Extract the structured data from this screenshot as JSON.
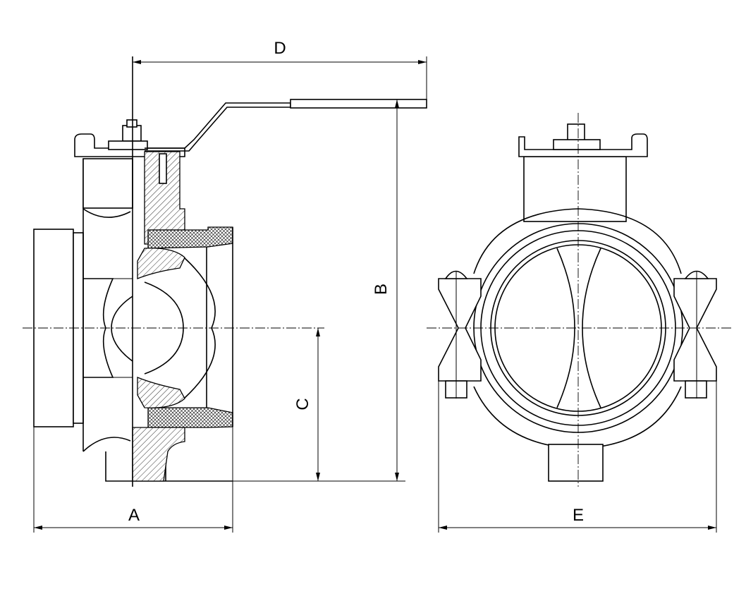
{
  "drawing": {
    "dimension_labels": {
      "A": "A",
      "B": "B",
      "C": "C",
      "D": "D",
      "E": "E"
    }
  }
}
